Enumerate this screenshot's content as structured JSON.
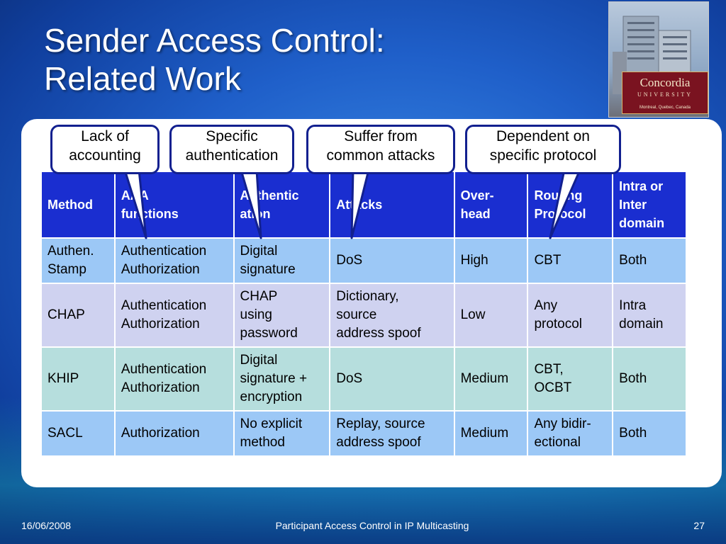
{
  "slide": {
    "title_line1": "Sender Access Control:",
    "title_line2": "Related Work",
    "logo": {
      "name": "Concordia",
      "sub": "UNIVERSITY",
      "location": "Montreal, Quebec, Canada"
    }
  },
  "callouts": [
    "Lack of accounting",
    "Specific authentication",
    "Suffer from common attacks",
    "Dependent on specific protocol"
  ],
  "callout_lines": [
    [
      "Lack of",
      "accounting"
    ],
    [
      "Specific",
      "authentication"
    ],
    [
      "Suffer from",
      "common attacks"
    ],
    [
      "Dependent on",
      "specific protocol"
    ]
  ],
  "table": {
    "headers": [
      "Method",
      "AAA functions",
      "Authentication",
      "Attacks",
      "Over-head",
      "Routing Protocol",
      "Intra or Inter domain"
    ],
    "header_lines": [
      [
        "Method"
      ],
      [
        "AAA",
        "functions"
      ],
      [
        "Authentic",
        "ation"
      ],
      [
        "Attacks"
      ],
      [
        "Over-",
        "head"
      ],
      [
        "Routing",
        "Protocol"
      ],
      [
        "Intra or",
        "Inter",
        "domain"
      ]
    ],
    "rows": [
      [
        [
          "Authen.",
          "Stamp"
        ],
        [
          "Authentication",
          "Authorization"
        ],
        [
          "Digital",
          "signature"
        ],
        [
          "DoS"
        ],
        [
          "High"
        ],
        [
          "CBT"
        ],
        [
          "Both"
        ]
      ],
      [
        [
          "CHAP"
        ],
        [
          "Authentication",
          "Authorization"
        ],
        [
          "CHAP",
          "using",
          "password"
        ],
        [
          "Dictionary,",
          "source",
          "address spoof"
        ],
        [
          "Low"
        ],
        [
          "Any",
          "protocol"
        ],
        [
          "Intra",
          "domain"
        ]
      ],
      [
        [
          "KHIP"
        ],
        [
          "Authentication",
          "Authorization"
        ],
        [
          "Digital",
          "signature +",
          "encryption"
        ],
        [
          "DoS"
        ],
        [
          "Medium"
        ],
        [
          "CBT,",
          "OCBT"
        ],
        [
          "Both"
        ]
      ],
      [
        [
          "SACL"
        ],
        [
          "Authorization"
        ],
        [
          "No explicit",
          "method"
        ],
        [
          "Replay, source",
          "address spoof"
        ],
        [
          "Medium"
        ],
        [
          "Any bidir-",
          "ectional"
        ],
        [
          "Both"
        ]
      ]
    ]
  },
  "footer": {
    "date": "16/06/2008",
    "center": "Participant Access Control in IP Multicasting",
    "page": "27"
  },
  "colors": {
    "header_bg": "#1a2ed0",
    "row_blue": "#9cc8f6",
    "row_lavender": "#cfd2f0",
    "row_teal": "#b6dedd",
    "callout_border": "#12208f"
  }
}
